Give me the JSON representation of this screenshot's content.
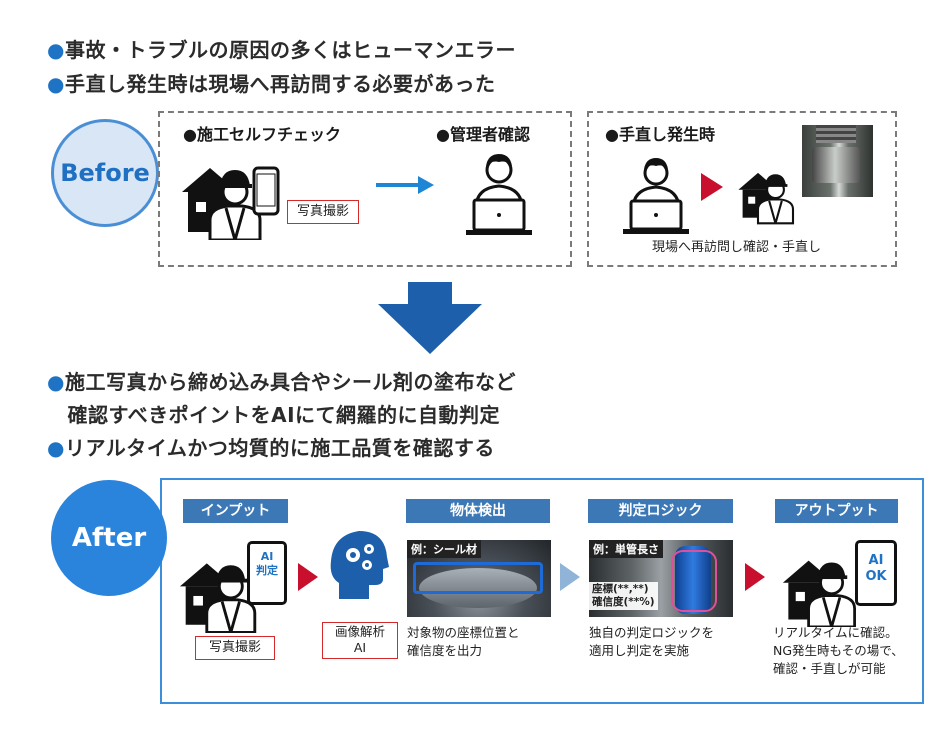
{
  "before_section": {
    "bullets": [
      "●事故・トラブルの原因の多くはヒューマンエラー",
      "●手直し発生時は現場へ再訪問する必要があった"
    ],
    "label": "Before",
    "box1": {
      "head1": "●施工セルフチェック",
      "head2": "●管理者確認",
      "photo_label": "写真撮影"
    },
    "box2": {
      "head": "●手直し発生時",
      "caption": "現場へ再訪問し確認・手直し"
    }
  },
  "after_section": {
    "bullets": [
      "●施工写真から締め込み具合やシール剤の塗布など",
      "　確認すべきポイントをAIにて網羅的に自動判定",
      "●リアルタイムかつ均質的に施工品質を確認する"
    ],
    "label": "After",
    "steps": [
      {
        "title": "インプット",
        "phone_text": [
          "AI",
          "判定"
        ],
        "box_label": "写真撮影"
      },
      {
        "box_label": [
          "画像解析",
          "AI"
        ]
      },
      {
        "title": "物体検出",
        "tag": "例：シール材",
        "desc": [
          "対象物の座標位置と",
          "確信度を出力"
        ]
      },
      {
        "title": "判定ロジック",
        "tag": "例：単管長さ",
        "overlay": [
          "座標(**,**)",
          "確信度(**%)"
        ],
        "desc": [
          "独自の判定ロジックを",
          "適用し判定を実施"
        ]
      },
      {
        "title": "アウトプット",
        "phone_text": [
          "AI",
          "OK"
        ],
        "desc": [
          "リアルタイムに確認。",
          "NG発生時もその場で、",
          "確認・手直しが可能"
        ]
      }
    ]
  },
  "colors": {
    "accent_blue": "#1f73c4",
    "step_bar": "#3d78b6",
    "red_arrow": "#c8102e",
    "after_box_border": "#3b8fd8"
  }
}
